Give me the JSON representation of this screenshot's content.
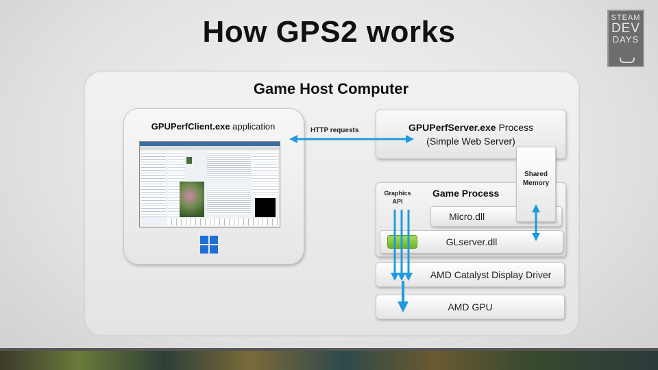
{
  "slide": {
    "title": "How GPS2 works"
  },
  "logo": {
    "line1": "STEAM",
    "line2": "DEV",
    "line3": "DAYS"
  },
  "host": {
    "title": "Game Host Computer"
  },
  "client": {
    "name": "GPUPerfClient.exe",
    "suffix": " application",
    "icon": "windows-logo-icon"
  },
  "http": {
    "label": "HTTP requests"
  },
  "server": {
    "name": "GPUPerfServer.exe",
    "suffix": " Process",
    "subtitle": "(Simple Web Server)"
  },
  "game_process": {
    "label": "Game Process",
    "graphics_api_line1": "Graphics",
    "graphics_api_line2": "API",
    "micro": "Micro.dll",
    "glserver": "GLserver.dll"
  },
  "shared_memory": {
    "line1": "Shared",
    "line2": "Memory"
  },
  "driver": {
    "label": "AMD Catalyst Display Driver"
  },
  "gpu": {
    "label": "AMD GPU"
  },
  "colors": {
    "arrow": "#1e9be0",
    "windows_blue": "#1f6fd6",
    "intercept_green": "#8ccc3c"
  }
}
